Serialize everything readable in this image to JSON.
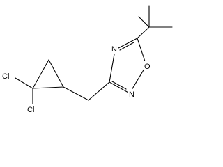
{
  "molecule": {
    "atoms": {
      "ring_o": "O",
      "ring_n_top": "N",
      "ring_n_bottom": "N",
      "cl_upper": "Cl",
      "cl_lower": "Cl"
    },
    "line_color": "#000000",
    "background_color": "#ffffff"
  }
}
